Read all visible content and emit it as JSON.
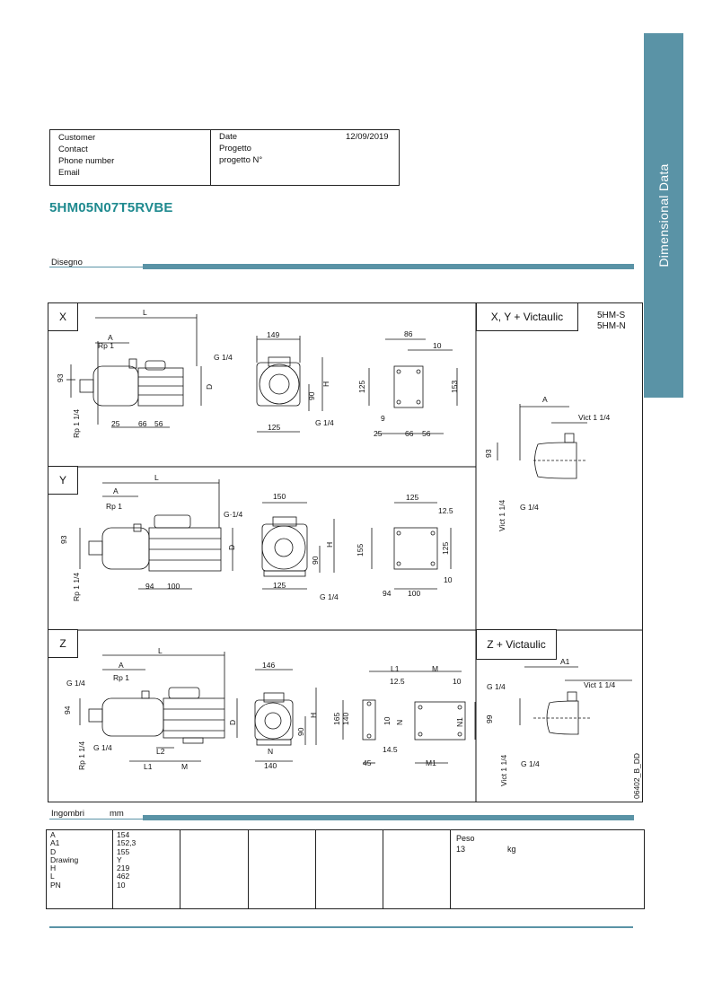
{
  "side_tab": "Dimensional Data",
  "header": {
    "left_labels": [
      "Customer",
      "Contact",
      "Phone number",
      "Email"
    ],
    "date_label": "Date",
    "date_value": "12/09/2019",
    "right_labels": [
      "Progetto",
      "progetto N°"
    ]
  },
  "model": "5HM05N07T5RVBE",
  "section_drawing": "Disegno",
  "section_dims": "Ingombri",
  "units": "mm",
  "drawing": {
    "tags": {
      "x": "X",
      "y": "Y",
      "z": "Z",
      "xy_victaulic": "X, Y + Victaulic",
      "z_victaulic": "Z + Victaulic",
      "series_s": "5HM-S",
      "series_n": "5HM-N",
      "ref_code": "06402_B_DD"
    },
    "x_dims": {
      "L": "L",
      "A": "A",
      "Rp1": "Rp 1",
      "d93": "93",
      "Rp114": "Rp 1 1/4",
      "d25": "25",
      "d66": "66",
      "d56": "56",
      "D": "D",
      "G14": "G 1/4",
      "d149": "149",
      "d90": "90",
      "H": "H",
      "d125": "125",
      "d86": "86",
      "d10": "10",
      "d153": "153",
      "d9": "9"
    },
    "y_dims": {
      "d150": "150",
      "G14b": "G·1/4",
      "d94": "94",
      "d100": "100",
      "d125": "125",
      "d12_5": "12.5",
      "d155": "155",
      "d10": "10"
    },
    "z_dims": {
      "d146": "146",
      "d94": "94",
      "L2": "L2",
      "L1": "L1",
      "M": "M",
      "d165": "165",
      "d140": "140",
      "N": "N",
      "N1": "N1",
      "d12_5": "12.5",
      "d10": "10",
      "d14_5": "14.5",
      "d45": "45",
      "M1": "M1",
      "A1": "A1",
      "Vict": "Vict 1 1/4",
      "d99": "99"
    }
  },
  "dims_table": {
    "keys": [
      "A",
      "A1",
      "D",
      "Drawing",
      "H",
      "L",
      "PN"
    ],
    "values": [
      "154",
      "152,3",
      "155",
      "Y",
      "219",
      "462",
      "10"
    ],
    "weight_label": "Peso",
    "weight_value": "13",
    "weight_unit": "kg"
  },
  "colors": {
    "accent": "#5a93a6",
    "title": "#1f8a8f"
  }
}
